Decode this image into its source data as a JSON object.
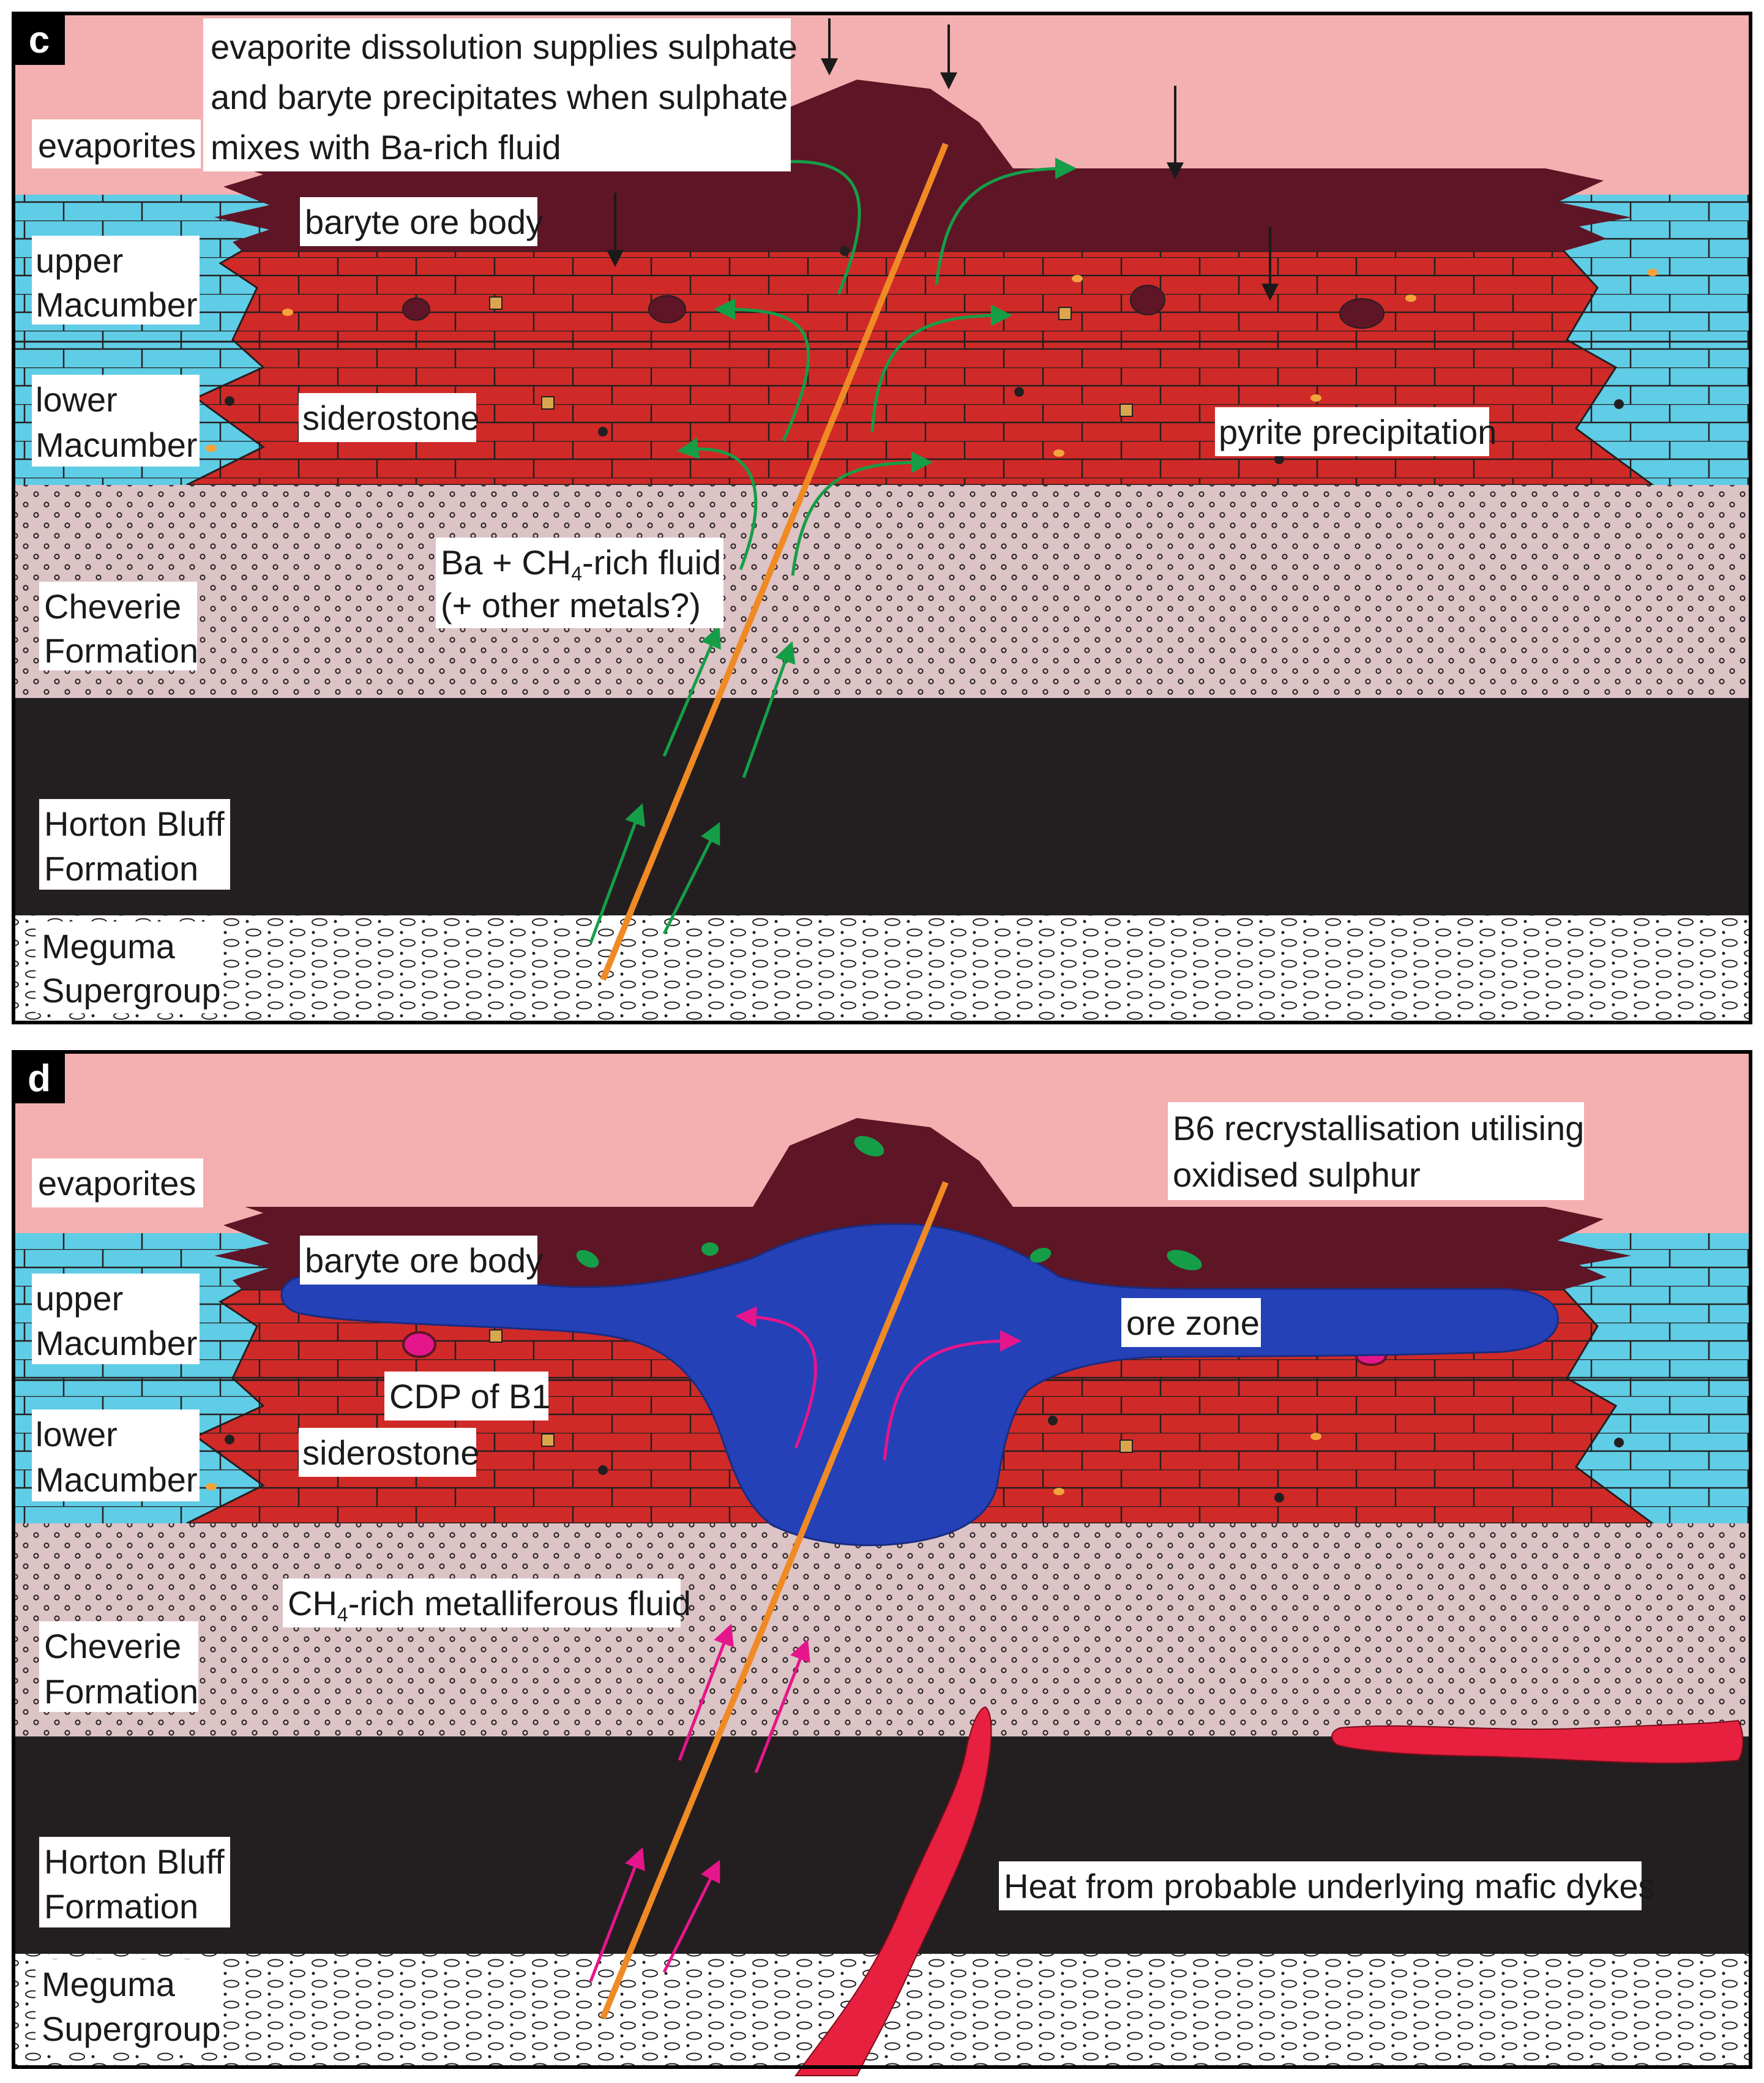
{
  "panel_c": {
    "letter": "c",
    "labels": {
      "note": [
        "evaporite dissolution supplies sulphate",
        "and baryte precipitates when sulphate",
        "mixes with Ba-rich fluid"
      ],
      "evaporites": "evaporites",
      "baryte": "baryte ore body",
      "upper": [
        "upper",
        "Macumber"
      ],
      "lower": [
        "lower",
        "Macumber"
      ],
      "siderostone": "siderostone",
      "pyrite": "pyrite precipitation",
      "fluid": [
        "Ba + CH",
        "4",
        "-rich fluid",
        "(+ other metals?)"
      ],
      "cheverie": [
        "Cheverie",
        "Formation"
      ],
      "horton": [
        "Horton Bluff",
        "Formation"
      ],
      "meguma": [
        "Meguma",
        "Supergroup"
      ]
    }
  },
  "panel_d": {
    "letter": "d",
    "labels": {
      "note": [
        "B6 recrystallisation utilising",
        "oxidised sulphur"
      ],
      "evaporites": "evaporites",
      "baryte": "baryte ore body",
      "upper": [
        "upper",
        "Macumber"
      ],
      "orezone": "ore zone",
      "cdp": "CDP of B1",
      "lower": [
        "lower",
        "Macumber"
      ],
      "siderostone": "siderostone",
      "fluid": [
        "CH",
        "4",
        "-rich metalliferous fluid"
      ],
      "cheverie": [
        "Cheverie",
        "Formation"
      ],
      "horton": [
        "Horton Bluff",
        "Formation"
      ],
      "heat": "Heat from probable underlying mafic dykes",
      "meguma": [
        "Meguma",
        "Supergroup"
      ]
    }
  },
  "colors": {
    "evaporite": "#f4afb0",
    "baryte": "#5e1526",
    "limestone": "#60cde6",
    "siderostone": "#d02a28",
    "cheverie": "#dcc3c5",
    "horton": "#231f20",
    "meguma": "#ffffff",
    "fault": "#f08a24",
    "fluid_green": "#159e47",
    "fluid_magenta": "#e5168b",
    "ore_zone": "#2441b8",
    "dyke": "#e6203e"
  }
}
